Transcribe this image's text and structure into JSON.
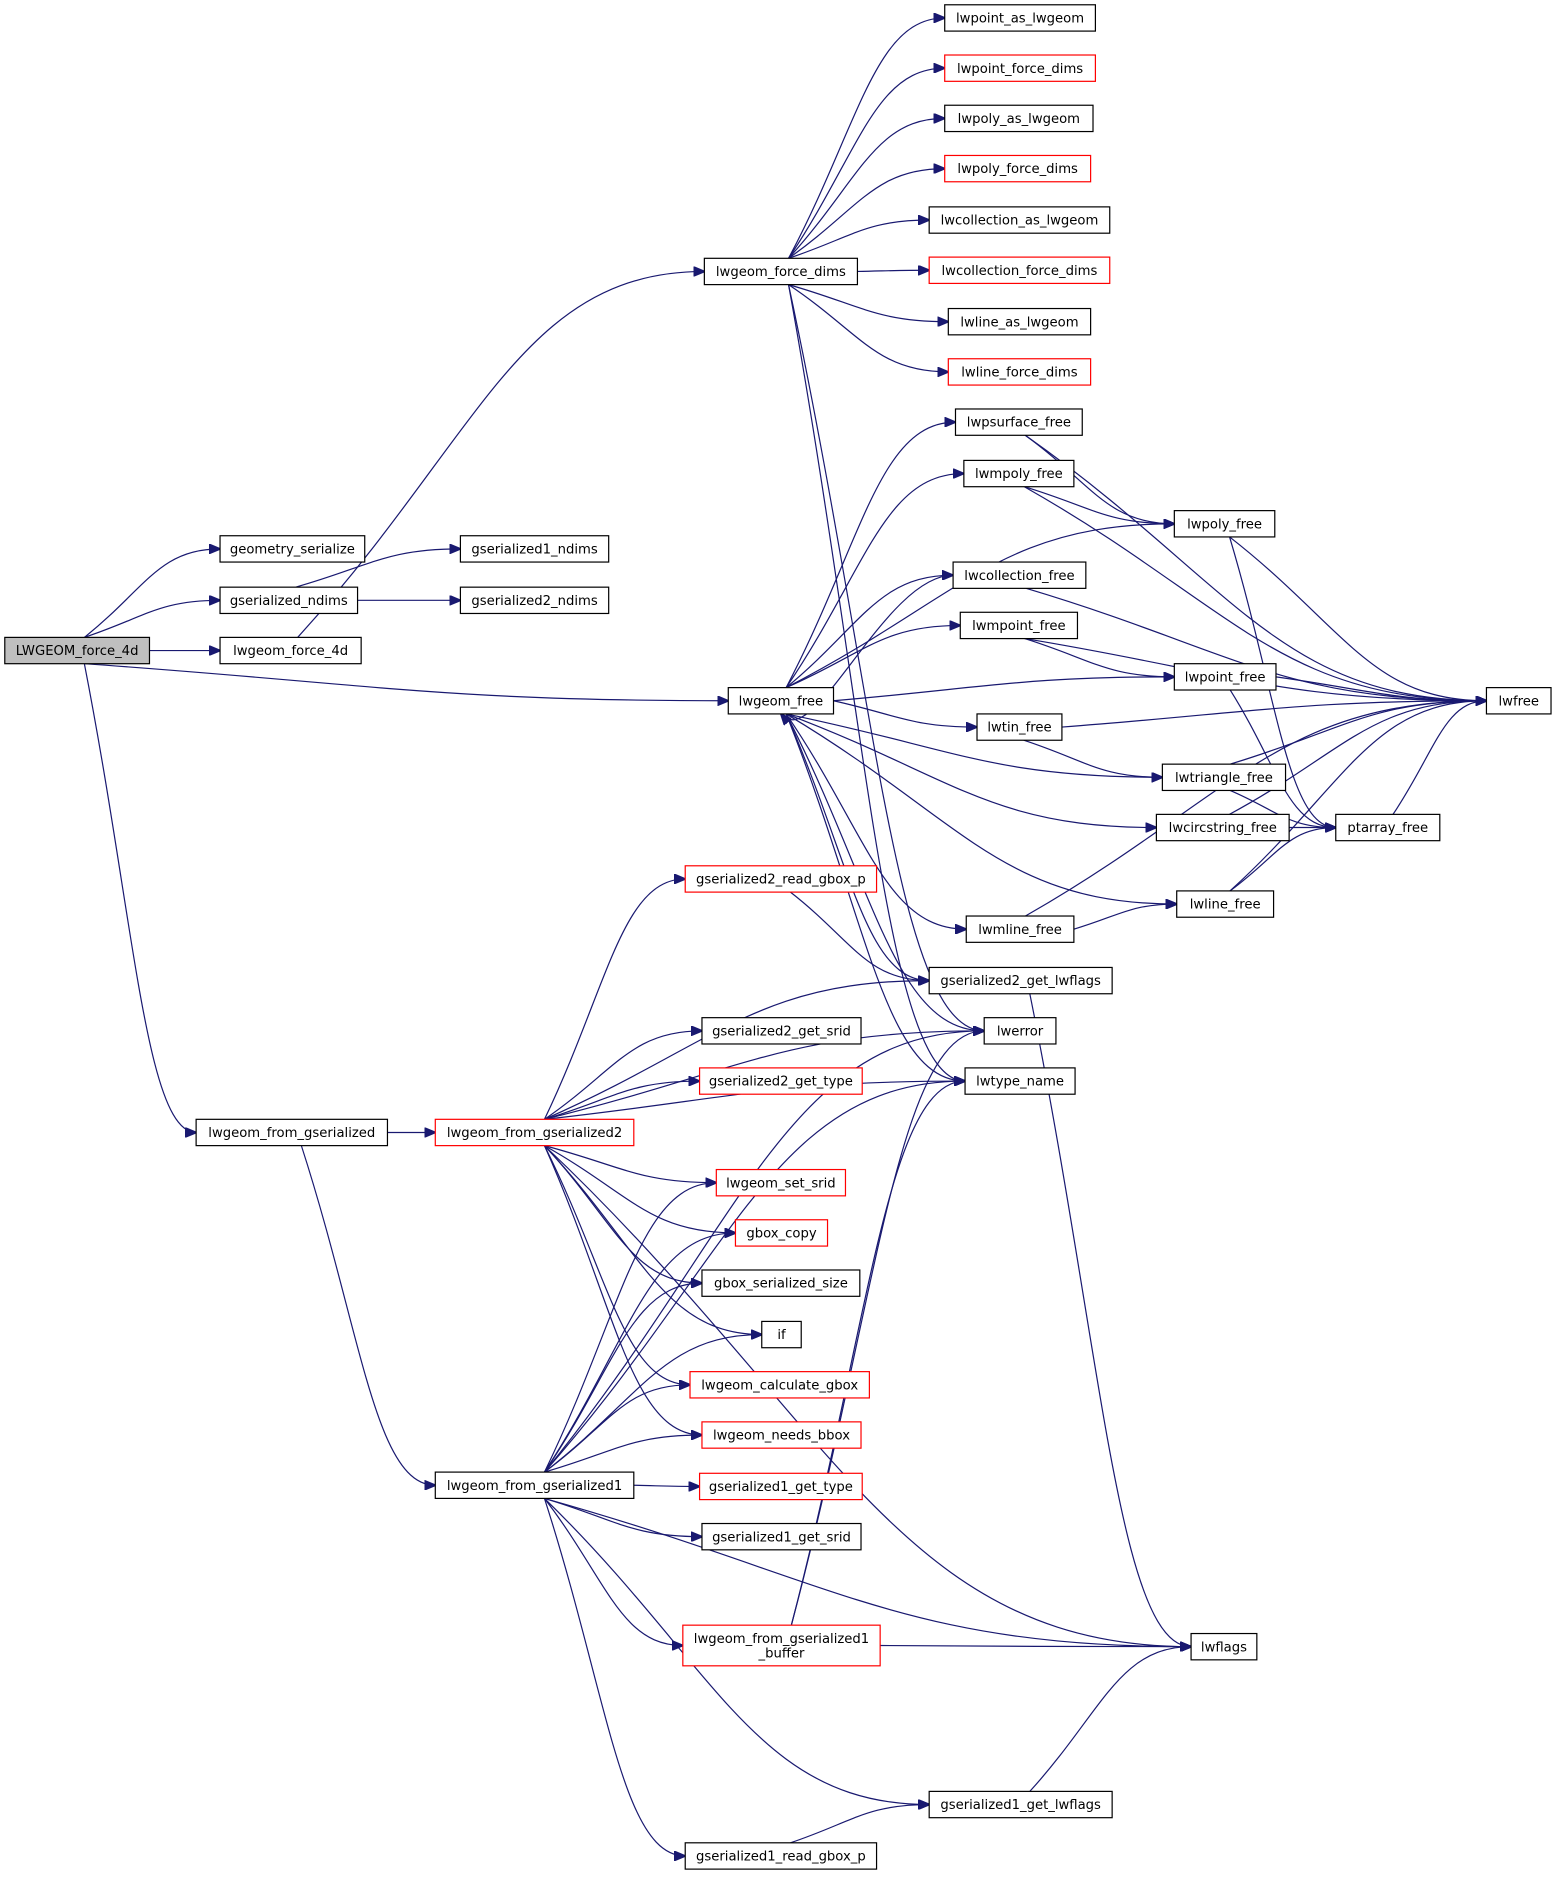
{
  "colors": {
    "edge": "#191970",
    "node_border": "#000000",
    "node_border_incomplete": "#ff0000",
    "root_fill": "#bfbfbf",
    "background": "#ffffff"
  },
  "graph": {
    "root": "LWGEOM_force_4d",
    "nodes": [
      {
        "id": "LWGEOM_force_4d",
        "lines": [
          "LWGEOM_force_4d"
        ],
        "root": true
      },
      {
        "id": "geometry_serialize",
        "lines": [
          "geometry_serialize"
        ]
      },
      {
        "id": "gserialized_ndims",
        "lines": [
          "gserialized_ndims"
        ]
      },
      {
        "id": "gserialized1_ndims",
        "lines": [
          "gserialized1_ndims"
        ]
      },
      {
        "id": "gserialized2_ndims",
        "lines": [
          "gserialized2_ndims"
        ]
      },
      {
        "id": "lwgeom_force_4d",
        "lines": [
          "lwgeom_force_4d"
        ]
      },
      {
        "id": "lwgeom_force_dims",
        "lines": [
          "lwgeom_force_dims"
        ]
      },
      {
        "id": "lwpoint_as_lwgeom",
        "lines": [
          "lwpoint_as_lwgeom"
        ]
      },
      {
        "id": "lwpoint_force_dims",
        "lines": [
          "lwpoint_force_dims"
        ],
        "incomplete": true
      },
      {
        "id": "lwpoly_as_lwgeom",
        "lines": [
          "lwpoly_as_lwgeom"
        ]
      },
      {
        "id": "lwpoly_force_dims",
        "lines": [
          "lwpoly_force_dims"
        ],
        "incomplete": true
      },
      {
        "id": "lwcollection_as_lwgeom",
        "lines": [
          "lwcollection_as_lwgeom"
        ]
      },
      {
        "id": "lwcollection_force_dims",
        "lines": [
          "lwcollection_force_dims"
        ],
        "incomplete": true
      },
      {
        "id": "lwline_as_lwgeom",
        "lines": [
          "lwline_as_lwgeom"
        ]
      },
      {
        "id": "lwline_force_dims",
        "lines": [
          "lwline_force_dims"
        ],
        "incomplete": true
      },
      {
        "id": "lwgeom_free",
        "lines": [
          "lwgeom_free"
        ]
      },
      {
        "id": "lwpsurface_free",
        "lines": [
          "lwpsurface_free"
        ]
      },
      {
        "id": "lwmpoly_free",
        "lines": [
          "lwmpoly_free"
        ]
      },
      {
        "id": "lwpoly_free",
        "lines": [
          "lwpoly_free"
        ]
      },
      {
        "id": "lwcollection_free",
        "lines": [
          "lwcollection_free"
        ]
      },
      {
        "id": "lwmpoint_free",
        "lines": [
          "lwmpoint_free"
        ]
      },
      {
        "id": "lwpoint_free",
        "lines": [
          "lwpoint_free"
        ]
      },
      {
        "id": "lwfree",
        "lines": [
          "lwfree"
        ]
      },
      {
        "id": "lwtin_free",
        "lines": [
          "lwtin_free"
        ]
      },
      {
        "id": "lwtriangle_free",
        "lines": [
          "lwtriangle_free"
        ]
      },
      {
        "id": "lwcircstring_free",
        "lines": [
          "lwcircstring_free"
        ]
      },
      {
        "id": "ptarray_free",
        "lines": [
          "ptarray_free"
        ]
      },
      {
        "id": "lwline_free",
        "lines": [
          "lwline_free"
        ]
      },
      {
        "id": "lwmline_free",
        "lines": [
          "lwmline_free"
        ]
      },
      {
        "id": "gserialized2_get_lwflags",
        "lines": [
          "gserialized2_get_lwflags"
        ]
      },
      {
        "id": "lwerror",
        "lines": [
          "lwerror"
        ]
      },
      {
        "id": "lwtype_name",
        "lines": [
          "lwtype_name"
        ]
      },
      {
        "id": "lwgeom_from_gserialized",
        "lines": [
          "lwgeom_from_gserialized"
        ]
      },
      {
        "id": "lwgeom_from_gserialized2",
        "lines": [
          "lwgeom_from_gserialized2"
        ],
        "incomplete": true
      },
      {
        "id": "gserialized2_read_gbox_p",
        "lines": [
          "gserialized2_read_gbox_p"
        ],
        "incomplete": true
      },
      {
        "id": "gserialized2_get_srid",
        "lines": [
          "gserialized2_get_srid"
        ]
      },
      {
        "id": "gserialized2_get_type",
        "lines": [
          "gserialized2_get_type"
        ],
        "incomplete": true
      },
      {
        "id": "lwgeom_set_srid",
        "lines": [
          "lwgeom_set_srid"
        ],
        "incomplete": true
      },
      {
        "id": "gbox_copy",
        "lines": [
          "gbox_copy"
        ],
        "incomplete": true
      },
      {
        "id": "gbox_serialized_size",
        "lines": [
          "gbox_serialized_size"
        ]
      },
      {
        "id": "if",
        "lines": [
          "if"
        ]
      },
      {
        "id": "lwgeom_calculate_gbox",
        "lines": [
          "lwgeom_calculate_gbox"
        ],
        "incomplete": true
      },
      {
        "id": "lwgeom_needs_bbox",
        "lines": [
          "lwgeom_needs_bbox"
        ],
        "incomplete": true
      },
      {
        "id": "lwgeom_from_gserialized1",
        "lines": [
          "lwgeom_from_gserialized1"
        ]
      },
      {
        "id": "gserialized1_get_type",
        "lines": [
          "gserialized1_get_type"
        ],
        "incomplete": true
      },
      {
        "id": "gserialized1_get_srid",
        "lines": [
          "gserialized1_get_srid"
        ]
      },
      {
        "id": "lwgeom_from_gserialized1_buffer",
        "lines": [
          "lwgeom_from_gserialized1",
          "_buffer"
        ],
        "incomplete": true
      },
      {
        "id": "lwflags",
        "lines": [
          "lwflags"
        ]
      },
      {
        "id": "gserialized1_get_lwflags",
        "lines": [
          "gserialized1_get_lwflags"
        ]
      },
      {
        "id": "gserialized1_read_gbox_p",
        "lines": [
          "gserialized1_read_gbox_p"
        ]
      }
    ],
    "edges": [
      [
        "LWGEOM_force_4d",
        "geometry_serialize"
      ],
      [
        "LWGEOM_force_4d",
        "gserialized_ndims"
      ],
      [
        "LWGEOM_force_4d",
        "lwgeom_force_4d"
      ],
      [
        "LWGEOM_force_4d",
        "lwgeom_free"
      ],
      [
        "LWGEOM_force_4d",
        "lwgeom_from_gserialized"
      ],
      [
        "gserialized_ndims",
        "gserialized1_ndims"
      ],
      [
        "gserialized_ndims",
        "gserialized2_ndims"
      ],
      [
        "lwgeom_force_4d",
        "lwgeom_force_dims"
      ],
      [
        "lwgeom_force_dims",
        "lwpoint_as_lwgeom"
      ],
      [
        "lwgeom_force_dims",
        "lwpoint_force_dims"
      ],
      [
        "lwgeom_force_dims",
        "lwpoly_as_lwgeom"
      ],
      [
        "lwgeom_force_dims",
        "lwpoly_force_dims"
      ],
      [
        "lwgeom_force_dims",
        "lwcollection_as_lwgeom"
      ],
      [
        "lwgeom_force_dims",
        "lwcollection_force_dims"
      ],
      [
        "lwgeom_force_dims",
        "lwline_as_lwgeom"
      ],
      [
        "lwgeom_force_dims",
        "lwline_force_dims"
      ],
      [
        "lwgeom_force_dims",
        "lwerror"
      ],
      [
        "lwgeom_force_dims",
        "lwtype_name"
      ],
      [
        "lwgeom_free",
        "lwpsurface_free"
      ],
      [
        "lwgeom_free",
        "lwmpoly_free"
      ],
      [
        "lwgeom_free",
        "lwpoly_free"
      ],
      [
        "lwgeom_free",
        "lwcollection_free"
      ],
      [
        "lwgeom_free",
        "lwmpoint_free"
      ],
      [
        "lwgeom_free",
        "lwpoint_free"
      ],
      [
        "lwgeom_free",
        "lwtin_free"
      ],
      [
        "lwgeom_free",
        "lwtriangle_free"
      ],
      [
        "lwgeom_free",
        "lwcircstring_free"
      ],
      [
        "lwgeom_free",
        "lwline_free"
      ],
      [
        "lwgeom_free",
        "lwmline_free"
      ],
      [
        "lwgeom_free",
        "gserialized2_get_lwflags"
      ],
      [
        "lwgeom_free",
        "lwerror"
      ],
      [
        "lwgeom_free",
        "lwtype_name"
      ],
      [
        "lwpsurface_free",
        "lwpoly_free"
      ],
      [
        "lwpsurface_free",
        "lwfree"
      ],
      [
        "lwmpoly_free",
        "lwpoly_free"
      ],
      [
        "lwmpoly_free",
        "lwfree"
      ],
      [
        "lwpoly_free",
        "lwfree"
      ],
      [
        "lwpoly_free",
        "ptarray_free"
      ],
      [
        "lwcollection_free",
        "lwgeom_free"
      ],
      [
        "lwcollection_free",
        "lwfree"
      ],
      [
        "lwmpoint_free",
        "lwpoint_free"
      ],
      [
        "lwmpoint_free",
        "lwfree"
      ],
      [
        "lwpoint_free",
        "lwfree"
      ],
      [
        "lwpoint_free",
        "ptarray_free"
      ],
      [
        "lwtin_free",
        "lwtriangle_free"
      ],
      [
        "lwtin_free",
        "lwfree"
      ],
      [
        "lwtriangle_free",
        "ptarray_free"
      ],
      [
        "lwtriangle_free",
        "lwfree"
      ],
      [
        "lwcircstring_free",
        "ptarray_free"
      ],
      [
        "lwcircstring_free",
        "lwfree"
      ],
      [
        "ptarray_free",
        "lwfree"
      ],
      [
        "lwline_free",
        "ptarray_free"
      ],
      [
        "lwline_free",
        "lwfree"
      ],
      [
        "lwmline_free",
        "lwline_free"
      ],
      [
        "lwmline_free",
        "lwfree"
      ],
      [
        "gserialized2_get_lwflags",
        "lwflags"
      ],
      [
        "lwgeom_from_gserialized",
        "lwgeom_from_gserialized2"
      ],
      [
        "lwgeom_from_gserialized",
        "lwgeom_from_gserialized1"
      ],
      [
        "lwgeom_from_gserialized2",
        "gserialized2_read_gbox_p"
      ],
      [
        "lwgeom_from_gserialized2",
        "gserialized2_get_lwflags"
      ],
      [
        "lwgeom_from_gserialized2",
        "lwerror"
      ],
      [
        "lwgeom_from_gserialized2",
        "lwtype_name"
      ],
      [
        "lwgeom_from_gserialized2",
        "gserialized2_get_srid"
      ],
      [
        "lwgeom_from_gserialized2",
        "gserialized2_get_type"
      ],
      [
        "lwgeom_from_gserialized2",
        "lwgeom_set_srid"
      ],
      [
        "lwgeom_from_gserialized2",
        "gbox_copy"
      ],
      [
        "lwgeom_from_gserialized2",
        "gbox_serialized_size"
      ],
      [
        "lwgeom_from_gserialized2",
        "if"
      ],
      [
        "lwgeom_from_gserialized2",
        "lwgeom_calculate_gbox"
      ],
      [
        "lwgeom_from_gserialized2",
        "lwgeom_needs_bbox"
      ],
      [
        "lwgeom_from_gserialized2",
        "lwflags"
      ],
      [
        "gserialized2_read_gbox_p",
        "gserialized2_get_lwflags"
      ],
      [
        "lwgeom_from_gserialized1",
        "lwgeom_set_srid"
      ],
      [
        "lwgeom_from_gserialized1",
        "gbox_copy"
      ],
      [
        "lwgeom_from_gserialized1",
        "gbox_serialized_size"
      ],
      [
        "lwgeom_from_gserialized1",
        "if"
      ],
      [
        "lwgeom_from_gserialized1",
        "lwgeom_calculate_gbox"
      ],
      [
        "lwgeom_from_gserialized1",
        "lwgeom_needs_bbox"
      ],
      [
        "lwgeom_from_gserialized1",
        "gserialized1_get_type"
      ],
      [
        "lwgeom_from_gserialized1",
        "gserialized1_get_srid"
      ],
      [
        "lwgeom_from_gserialized1",
        "lwgeom_from_gserialized1_buffer"
      ],
      [
        "lwgeom_from_gserialized1",
        "lwerror"
      ],
      [
        "lwgeom_from_gserialized1",
        "lwtype_name"
      ],
      [
        "lwgeom_from_gserialized1",
        "lwflags"
      ],
      [
        "lwgeom_from_gserialized1",
        "gserialized1_get_lwflags"
      ],
      [
        "lwgeom_from_gserialized1",
        "gserialized1_read_gbox_p"
      ],
      [
        "lwgeom_from_gserialized1_buffer",
        "lwerror"
      ],
      [
        "lwgeom_from_gserialized1_buffer",
        "lwtype_name"
      ],
      [
        "lwgeom_from_gserialized1_buffer",
        "lwflags"
      ],
      [
        "gserialized1_get_lwflags",
        "lwflags"
      ],
      [
        "gserialized1_read_gbox_p",
        "gserialized1_get_lwflags"
      ]
    ]
  }
}
